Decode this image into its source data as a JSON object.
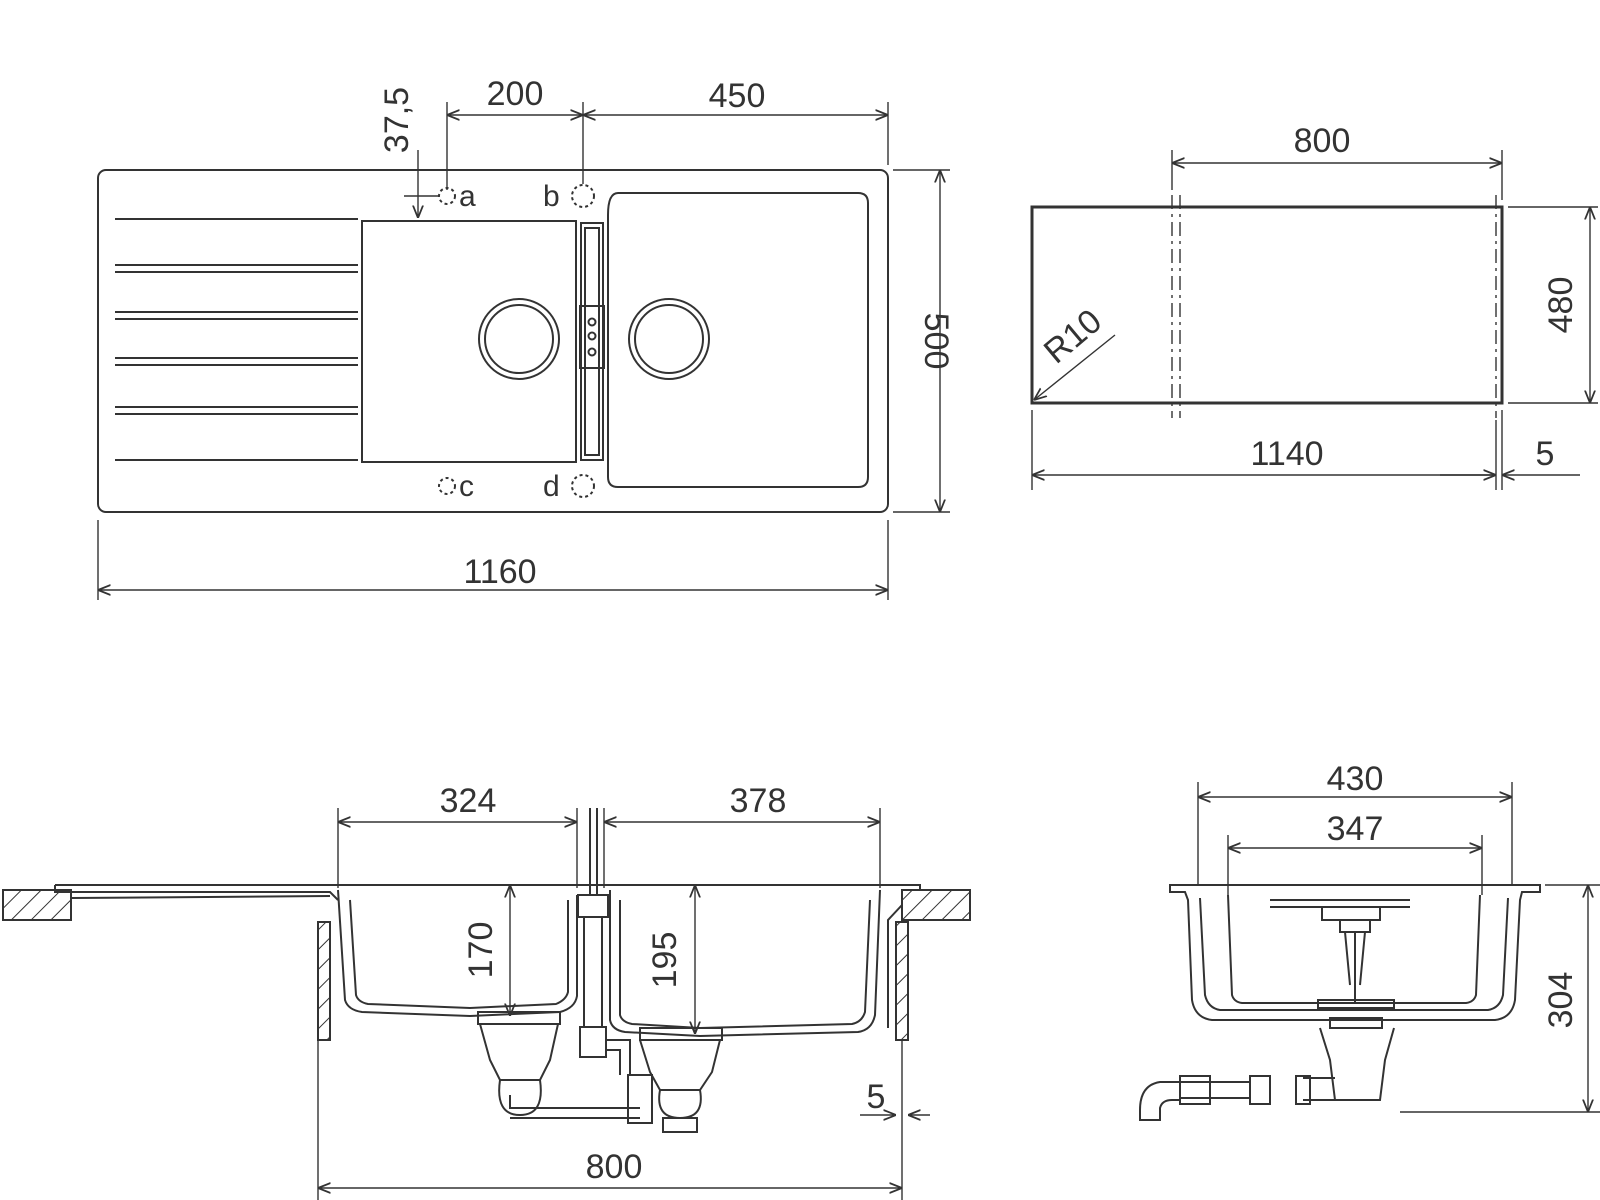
{
  "top_view": {
    "dim_37_5": "37,5",
    "dim_200": "200",
    "dim_450": "450",
    "dim_500": "500",
    "dim_1160": "1160",
    "label_a": "a",
    "label_b": "b",
    "label_c": "c",
    "label_d": "d"
  },
  "cutout": {
    "dim_800": "800",
    "dim_480": "480",
    "dim_1140": "1140",
    "dim_5": "5",
    "radius": "R10"
  },
  "front_section": {
    "dim_324": "324",
    "dim_378": "378",
    "dim_170": "170",
    "dim_195": "195",
    "dim_5": "5",
    "dim_800": "800"
  },
  "side_section": {
    "dim_430": "430",
    "dim_347": "347",
    "dim_304": "304"
  }
}
